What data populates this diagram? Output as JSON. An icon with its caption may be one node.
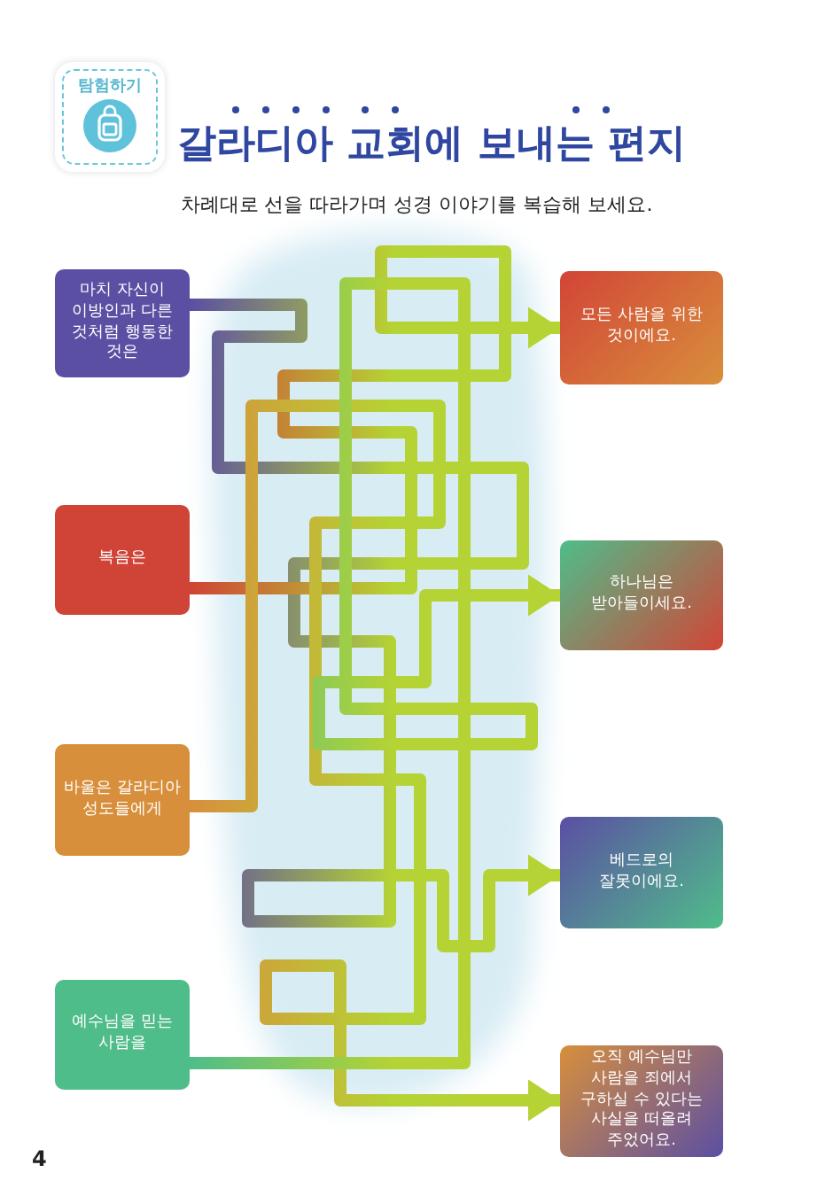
{
  "diagram": {
    "title": "갈라디아 교회에 보내는 편지",
    "nodes": [
      {
        "text": [
          "마치 자신이 이방인과 다른 것처럼 행동한 것은"
        ]
      },
      {
        "text": [
          "복음은"
        ]
      },
      {
        "text": [
          "바울은 갈라디아 성도들에게"
        ]
      },
      {
        "text": [
          "예수님을 믿는 사람을"
        ]
      },
      {
        "text": [
          "모든 사람을 위한 것이에요."
        ]
      },
      {
        "text": [
          "하나님은 받아들이세요."
        ]
      },
      {
        "text": [
          "베드로의 잘못이에요."
        ]
      },
      {
        "text": [
          "오직 예수님만 사람을 죄에서 구하실 수 있다는 사실을 떠올려 주었어요."
        ]
      }
    ],
    "edges": [
      {
        "from": 0,
        "to": 6,
        "arrow": "to"
      },
      {
        "from": 1,
        "to": 4,
        "arrow": "to"
      },
      {
        "from": 2,
        "to": 7,
        "arrow": "to"
      },
      {
        "from": 3,
        "to": 5,
        "arrow": "to"
      }
    ],
    "labels": [
      "탐험하기",
      "차례대로 선을 따라가며 성경 이야기를 복습해 보세요.",
      "4"
    ]
  }
}
